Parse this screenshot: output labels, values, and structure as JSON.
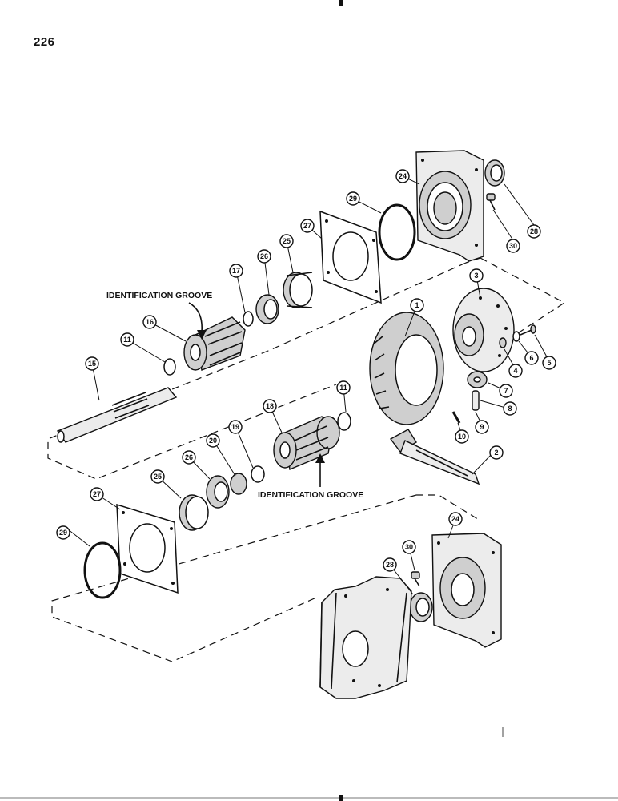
{
  "page_number": "226",
  "labels": {
    "id_groove_upper": "IDENTIFICATION GROOVE",
    "id_groove_lower": "IDENTIFICATION GROOVE"
  },
  "callouts": [
    {
      "id": "c1",
      "text": "1"
    },
    {
      "id": "c2",
      "text": "2"
    },
    {
      "id": "c3",
      "text": "3"
    },
    {
      "id": "c4",
      "text": "4"
    },
    {
      "id": "c5",
      "text": "5"
    },
    {
      "id": "c6",
      "text": "6"
    },
    {
      "id": "c7",
      "text": "7"
    },
    {
      "id": "c8",
      "text": "8"
    },
    {
      "id": "c9",
      "text": "9"
    },
    {
      "id": "c10",
      "text": "10"
    },
    {
      "id": "c11a",
      "text": "11"
    },
    {
      "id": "c11b",
      "text": "11"
    },
    {
      "id": "c15",
      "text": "15"
    },
    {
      "id": "c16",
      "text": "16"
    },
    {
      "id": "c17",
      "text": "17"
    },
    {
      "id": "c18",
      "text": "18"
    },
    {
      "id": "c19",
      "text": "19"
    },
    {
      "id": "c20",
      "text": "20"
    },
    {
      "id": "c24a",
      "text": "24"
    },
    {
      "id": "c24b",
      "text": "24"
    },
    {
      "id": "c25a",
      "text": "25"
    },
    {
      "id": "c25b",
      "text": "25"
    },
    {
      "id": "c26a",
      "text": "26"
    },
    {
      "id": "c26b",
      "text": "26"
    },
    {
      "id": "c27a",
      "text": "27"
    },
    {
      "id": "c27b",
      "text": "27"
    },
    {
      "id": "c28a",
      "text": "28"
    },
    {
      "id": "c28b",
      "text": "28"
    },
    {
      "id": "c29a",
      "text": "29"
    },
    {
      "id": "c29b",
      "text": "29"
    },
    {
      "id": "c30a",
      "text": "30"
    },
    {
      "id": "c30b",
      "text": "30"
    }
  ]
}
